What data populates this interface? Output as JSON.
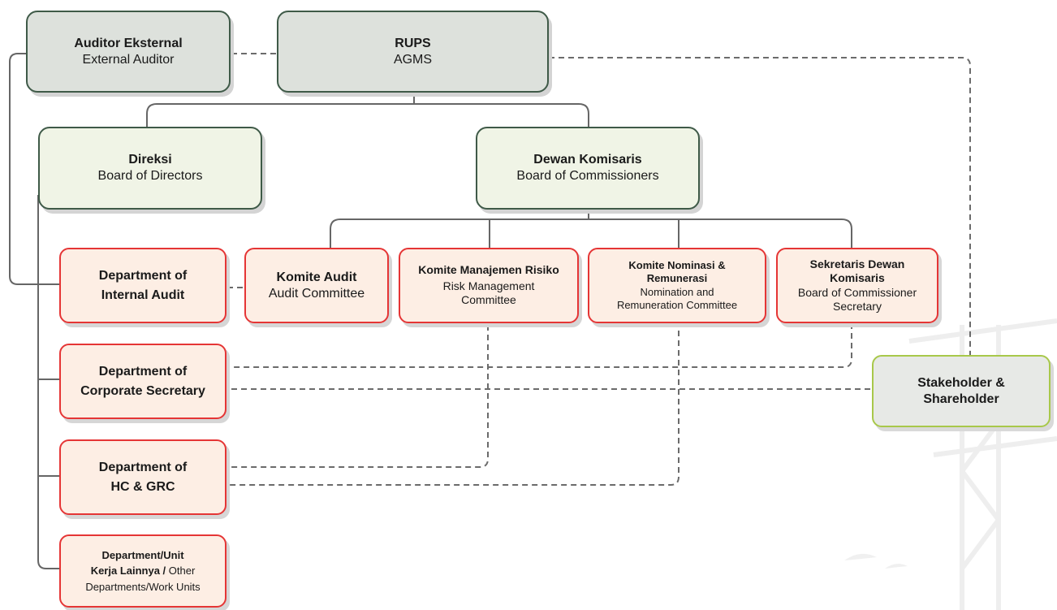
{
  "nodes": {
    "auditor": {
      "title": "Auditor Eksternal",
      "subtitle": "External Auditor"
    },
    "rups": {
      "title": "RUPS",
      "subtitle": "AGMS"
    },
    "direksi": {
      "title": "Direksi",
      "subtitle": "Board of Directors"
    },
    "komisaris": {
      "title": "Dewan Komisaris",
      "subtitle": "Board of Commissioners"
    },
    "internal_audit": {
      "title_line1": "Department of",
      "title_line2": "Internal Audit"
    },
    "komite_audit": {
      "title": "Komite Audit",
      "subtitle": "Audit Committee"
    },
    "komite_risiko": {
      "title": "Komite Manajemen Risiko",
      "subtitle_line1": "Risk Management",
      "subtitle_line2": "Committee"
    },
    "komite_nominasi": {
      "title_line1": "Komite Nominasi &",
      "title_line2": "Remunerasi",
      "subtitle_line1": "Nomination and",
      "subtitle_line2": "Remuneration Committee"
    },
    "sekretaris": {
      "title_line1": "Sekretaris Dewan",
      "title_line2": "Komisaris",
      "subtitle_line1": "Board of Commissioner",
      "subtitle_line2": "Secretary"
    },
    "corp_sec": {
      "title_line1": "Department of",
      "title_line2": "Corporate Secretary"
    },
    "hc_grc": {
      "title_line1": "Department of",
      "title_line2": "HC & GRC"
    },
    "other": {
      "bold1": "Department/Unit",
      "bold2": "Kerja Lainnya /",
      "normal2": " Other",
      "normal3": "Departments/Work Units"
    },
    "stakeholder": {
      "title_line1": "Stakeholder &",
      "title_line2": "Shareholder"
    }
  },
  "colors": {
    "line": "#666666",
    "dashed": "#6b6b6b",
    "gray_fill": "#dde1dc",
    "green_fill": "#f0f4e6",
    "red_border": "#e53535",
    "red_fill": "#fdeee4",
    "stake_border": "#a8c84a",
    "dark_border": "#3f5a48"
  }
}
